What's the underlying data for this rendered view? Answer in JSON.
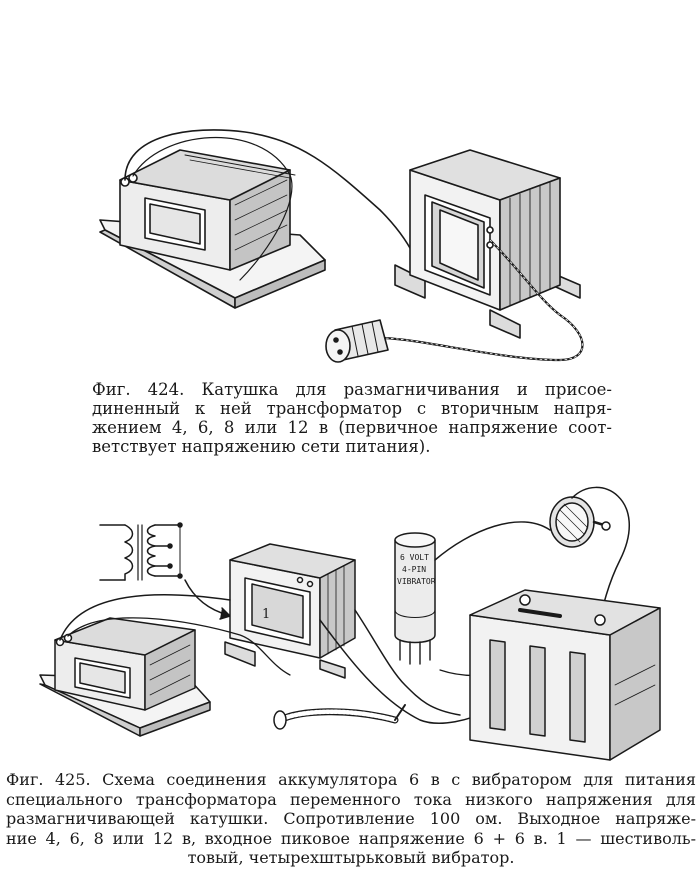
{
  "figure_424": {
    "caption_lines": [
      "Фиг. 424. Катушка для размагничивания и присое-",
      "диненный к ней трансформатор с вторичным напря-",
      "жением 4, 6, 8 или 12 в (первичное напряжение соот-",
      "ветствует напряжению сети питания)."
    ]
  },
  "figure_425": {
    "caption_lines": [
      "Фиг. 425. Схема соединения аккумулятора 6 в с вибратором для питания",
      "специального трансформатора переменного тока низкого напряжения для",
      "размагничивающей катушки. Сопротивление 100 ом. Выходное напряже-",
      "ние 4, 6, 8 или 12 в, входное пиковое напряжение 6 + 6 в. 1 — шестиволь-",
      "товый, четырехштырьковый вибратор."
    ],
    "vibrator_label_lines": [
      "6 VOLT",
      "4-PIN",
      "VIBRATOR"
    ],
    "transformer_marker": "1"
  }
}
